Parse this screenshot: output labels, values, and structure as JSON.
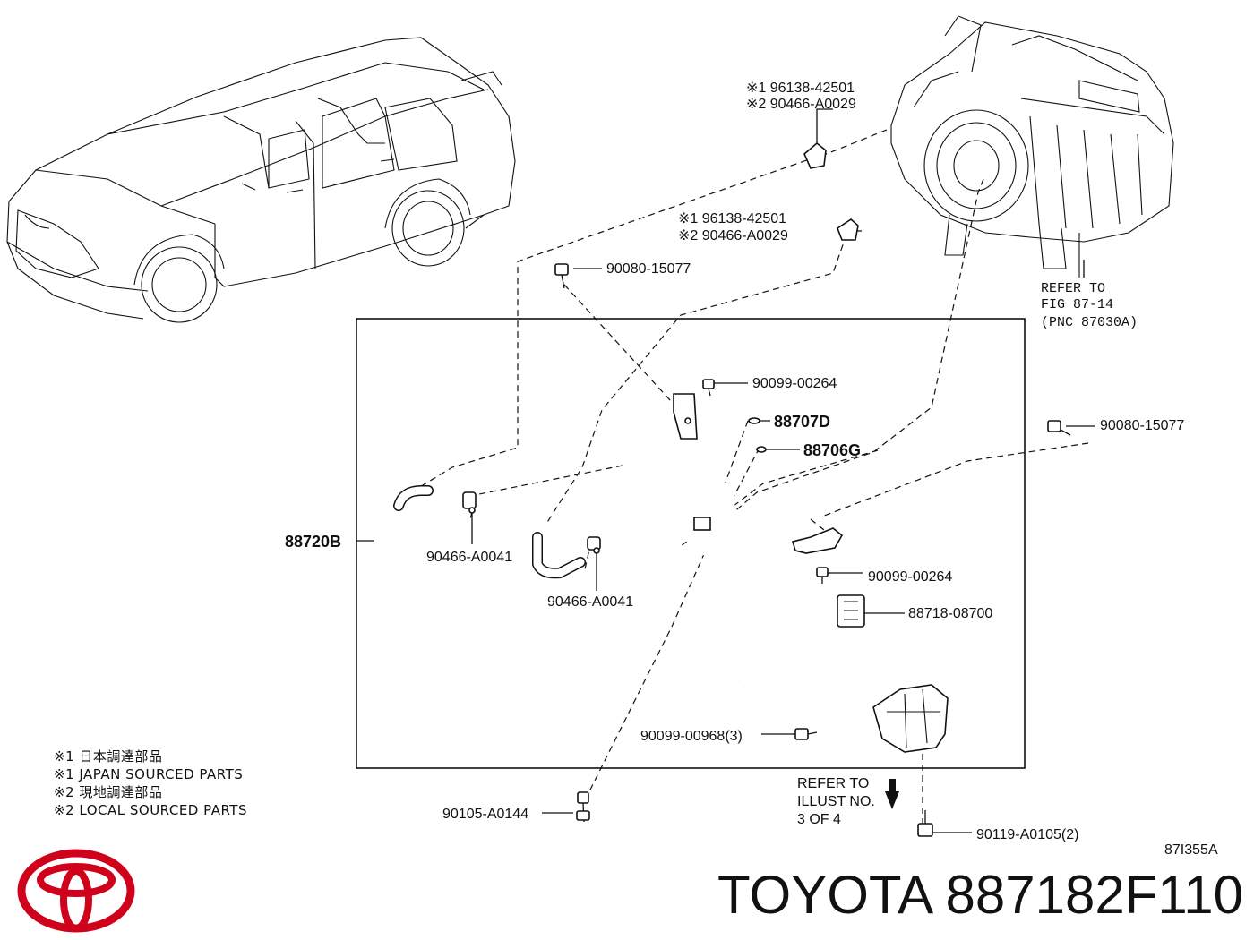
{
  "diagram": {
    "refs": {
      "group_a": {
        "line1": "※1 96138-42501",
        "line2": "※2 90466-A0029"
      },
      "group_b": {
        "line1": "※1 96138-42501",
        "line2": "※2 90466-A0029"
      },
      "refer_fig": {
        "line1": "REFER TO",
        "line2": "FIG 87-14",
        "line3": "(PNC 87030A)"
      },
      "refer_illust": {
        "line1": "REFER TO",
        "line2": "ILLUST NO.",
        "line3": "3 OF 4"
      }
    },
    "parts": {
      "p_90080_top": "90080-15077",
      "p_90099_top": "90099-00264",
      "p_88707d": "88707D",
      "p_88706g": "88706G",
      "p_90080_right": "90080-15077",
      "p_88720b": "88720B",
      "p_90466_left": "90466-A0041",
      "p_90466_mid": "90466-A0041",
      "p_90099_mid": "90099-00264",
      "p_88718": "88718-08700",
      "p_90099_00968": "90099-00968(3)",
      "p_90105": "90105-A0144",
      "p_90119": "90119-A0105(2)"
    },
    "notes": [
      "※1 日本調達部品",
      "※1 JAPAN SOURCED PARTS",
      "※2 現地調達部品",
      "※2 LOCAL SOURCED PARTS"
    ],
    "illustration_code": "87I355A"
  },
  "brand": {
    "logo_name": "toyota-logo",
    "logo_color": "#d0021b",
    "title": "TOYOTA 887182F110"
  }
}
